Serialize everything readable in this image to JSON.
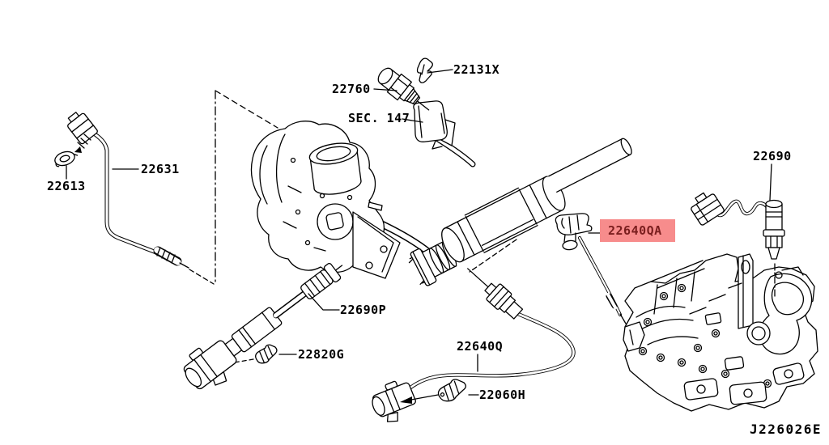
{
  "diagram": {
    "code": "J226026E",
    "background": "#ffffff",
    "line_color": "#000000",
    "highlight": {
      "part": "22640QA",
      "box_color": "#f78c8c",
      "text_color": "#7a1e1e"
    }
  },
  "labels": {
    "22131X": "22131X",
    "22760": "22760",
    "SEC147": "SEC. 147",
    "22631": "22631",
    "22613": "22613",
    "22690": "22690",
    "22640QA": "22640QA",
    "22690P": "22690P",
    "22820G": "22820G",
    "22640Q": "22640Q",
    "22060H": "22060H"
  }
}
